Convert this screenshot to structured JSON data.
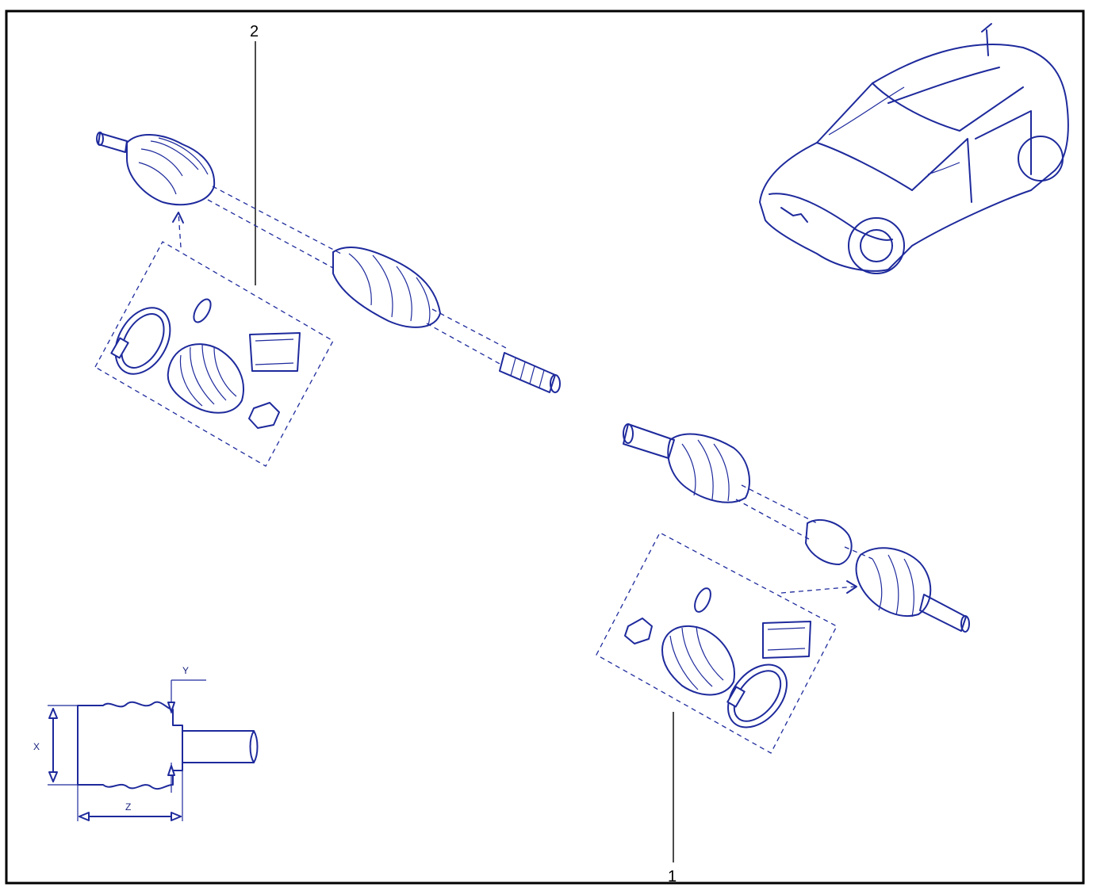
{
  "diagram": {
    "callouts": [
      {
        "id": "callout-1",
        "text": "1"
      },
      {
        "id": "callout-2",
        "text": "2"
      }
    ],
    "dimensions": {
      "x": "X",
      "y": "Y",
      "z": "Z"
    },
    "colors": {
      "ink": "#1e2a9c",
      "frame": "#000000",
      "background": "#ffffff"
    },
    "icons": [
      "car-illustration-icon",
      "driveshaft-icon",
      "cv-boot-kit-icon",
      "clamp-ring-icon",
      "grease-sachet-icon",
      "nut-icon",
      "circlip-icon"
    ]
  }
}
